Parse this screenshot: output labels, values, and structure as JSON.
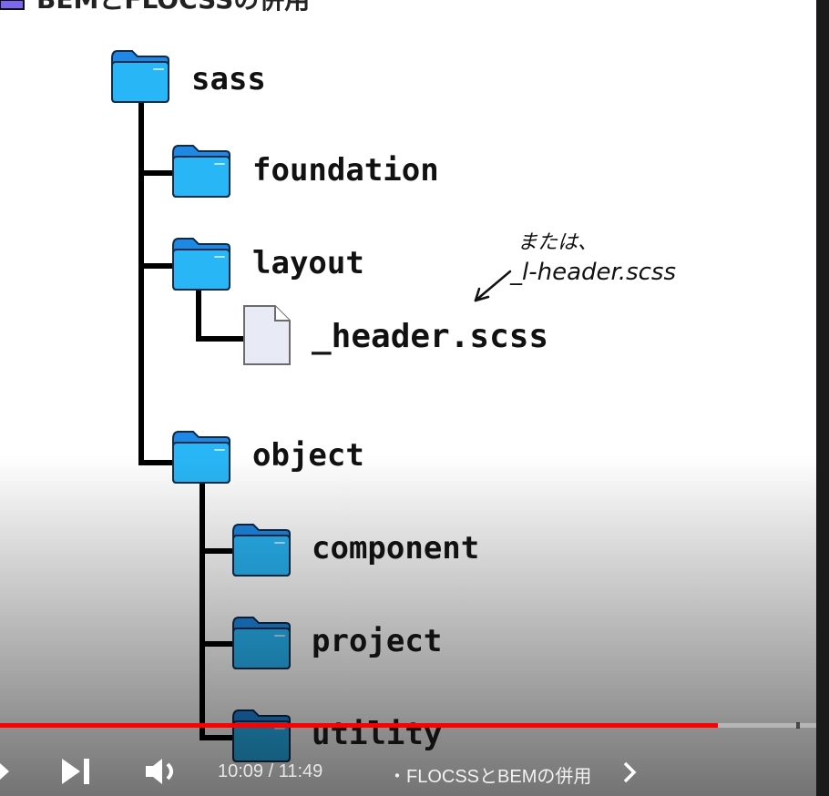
{
  "slide": {
    "header_fragment": "BEMとFLOCSSの併用",
    "tree": {
      "root": "sass",
      "foundation": "foundation",
      "layout": "layout",
      "header_file": "_header.scss",
      "object": "object",
      "component": "component",
      "project": "project",
      "utility": "utility"
    },
    "annotation": {
      "line1": "または、",
      "line2": "_l-header.scss"
    }
  },
  "player": {
    "current_time": "10:09",
    "duration": "11:49",
    "time_display": "10:09 / 11:49",
    "separator": "・",
    "chapter_title": "FLOCSSとBEMの併用",
    "progress": 0.88,
    "colors": {
      "progress": "#ff0000",
      "folder": "#29b6f6",
      "folder_tab": "#4fc3f7",
      "file": "#e8eaf6"
    }
  }
}
